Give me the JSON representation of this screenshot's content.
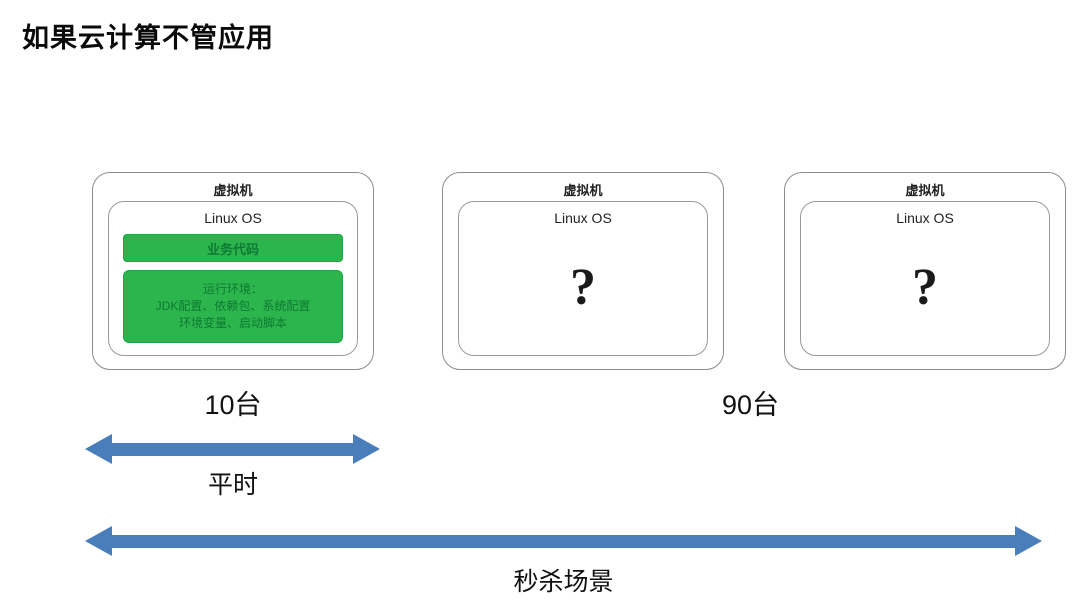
{
  "page": {
    "title": "如果云计算不管应用"
  },
  "vm_boxes": [
    {
      "header": "虚拟机",
      "os": "Linux OS",
      "type": "detailed",
      "app_bar": "业务代码",
      "env_lines": {
        "line1": "运行环境：",
        "line2": "JDK配置、依赖包、系统配置",
        "line3": "环境变量、启动脚本"
      }
    },
    {
      "header": "虚拟机",
      "os": "Linux OS",
      "type": "question",
      "question": "?"
    },
    {
      "header": "虚拟机",
      "os": "Linux OS",
      "type": "question",
      "question": "?"
    }
  ],
  "counts": {
    "left": "10台",
    "right": "90台"
  },
  "arrows": {
    "small_label": "平时",
    "large_label": "秒杀场景"
  },
  "colors": {
    "green": "#2db54d",
    "blue": "#4a7ebb"
  }
}
